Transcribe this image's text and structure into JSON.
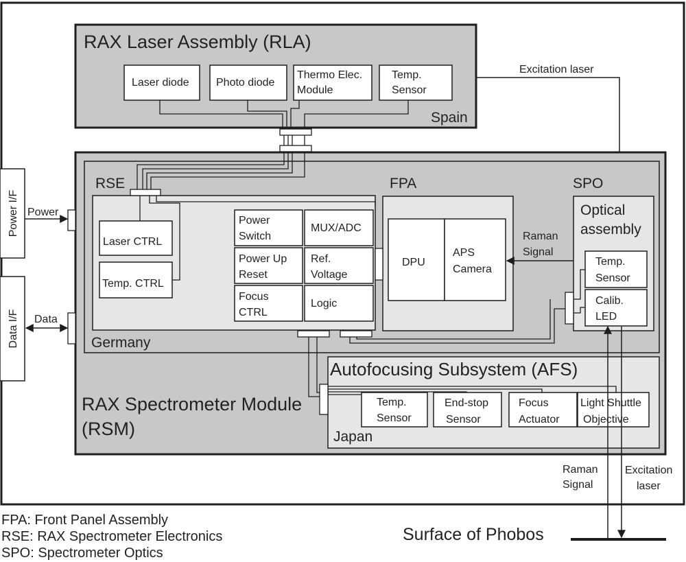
{
  "rla": {
    "title": "RAX Laser Assembly (RLA)",
    "location": "Spain",
    "components": {
      "laser_diode": "Laser diode",
      "photo_diode": "Photo diode",
      "thermo_line1": "Thermo Elec.",
      "thermo_line2": "Module",
      "temp_line1": "Temp.",
      "temp_line2": "Sensor"
    }
  },
  "excitation_laser_label": "Excitation laser",
  "interfaces": {
    "power_if": "Power I/F",
    "power": "Power",
    "data_if": "Data I/F",
    "data": "Data"
  },
  "rse": {
    "label": "RSE",
    "location": "Germany",
    "laser_ctrl": "Laser CTRL",
    "temp_ctrl": "Temp. CTRL",
    "power_switch_1": "Power",
    "power_switch_2": "Switch",
    "mux_adc": "MUX/ADC",
    "power_up_1": "Power Up",
    "power_up_2": "Reset",
    "ref_1": "Ref.",
    "ref_2": "Voltage",
    "focus_1": "Focus",
    "focus_2": "CTRL",
    "logic": "Logic"
  },
  "fpa": {
    "label": "FPA",
    "dpu": "DPU",
    "aps_1": "APS",
    "aps_2": "Camera"
  },
  "raman_signal_1": "Raman",
  "raman_signal_2": "Signal",
  "spo": {
    "label": "SPO",
    "optical_1": "Optical",
    "optical_2": "assembly",
    "temp_1": "Temp.",
    "temp_2": "Sensor",
    "calib_1": "Calib.",
    "calib_2": "LED"
  },
  "rsm": {
    "title_1": "RAX Spectrometer Module",
    "title_2": "(RSM)"
  },
  "afs": {
    "title": "Autofocusing Subsystem (AFS)",
    "location": "Japan",
    "temp_1": "Temp.",
    "temp_2": "Sensor",
    "endstop_1": "End-stop",
    "endstop_2": "Sensor",
    "focus_1": "Focus",
    "focus_2": "Actuator",
    "shuttle_1": "Light Shuttle",
    "shuttle_2": "Objective"
  },
  "bottom": {
    "raman_1": "Raman",
    "raman_2": "Signal",
    "excitation_1": "Excitation",
    "excitation_2": "laser"
  },
  "surface": "Surface of Phobos",
  "legend": {
    "fpa": "FPA: Front Panel Assembly",
    "rse": "RSE: RAX Spectrometer Electronics",
    "spo": "SPO: Spectrometer Optics"
  },
  "colors": {
    "outer_gray": "#c8c8c8",
    "inner_gray": "#e6e6e6",
    "line": "#1e1e1e"
  }
}
